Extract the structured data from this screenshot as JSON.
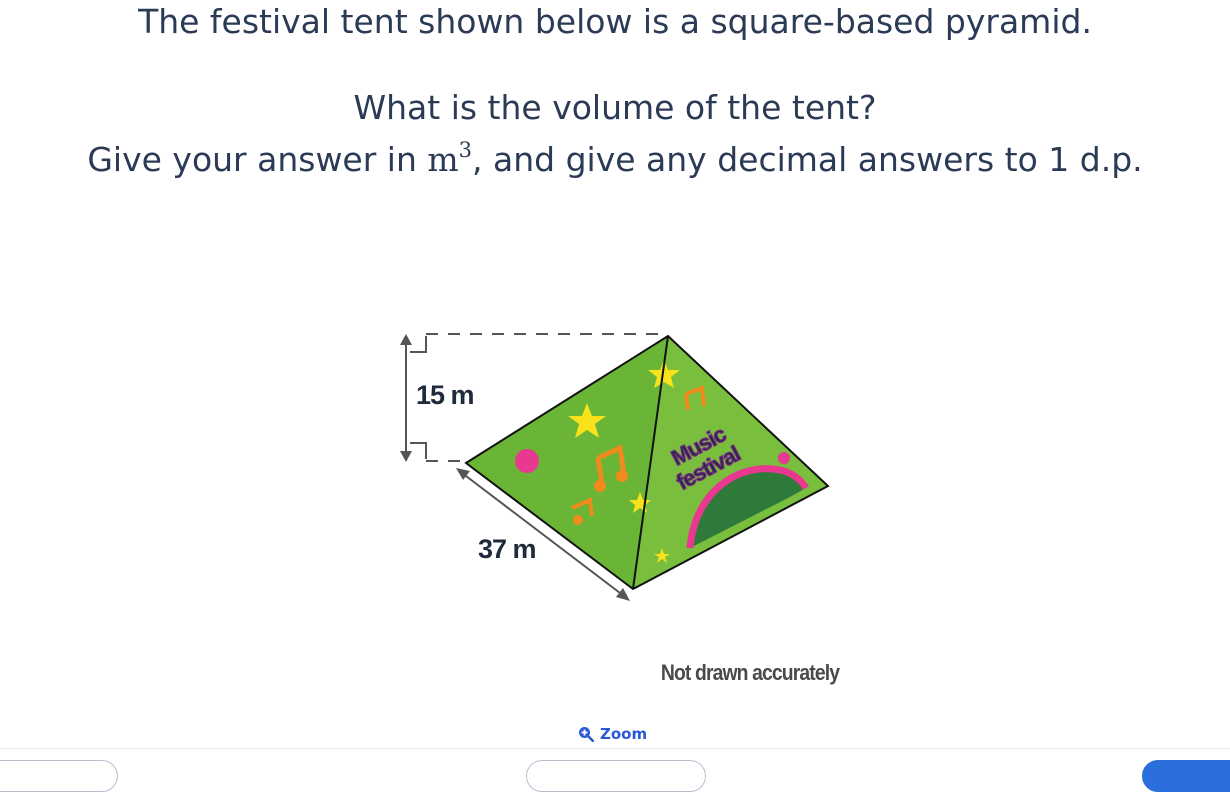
{
  "question": {
    "line1": "The festival tent shown below is a square-based pyramid.",
    "line2": "What is the volume of the tent?",
    "line3_prefix": "Give your answer in ",
    "line3_unit": "m",
    "line3_exponent": "3",
    "line3_suffix": ", and give any decimal answers to 1 d.p."
  },
  "figure": {
    "height_label": "15 m",
    "side_label": "37 m",
    "tent_text_line1": "Music",
    "tent_text_line2": "festival",
    "note": "Not drawn accurately",
    "colors": {
      "tent_green": "#6bb536",
      "star_yellow": "#f7e21b",
      "note_orange": "#f08a1c",
      "dot_pink": "#e8388f",
      "outline": "#111111"
    }
  },
  "zoom": {
    "label": "Zoom"
  }
}
